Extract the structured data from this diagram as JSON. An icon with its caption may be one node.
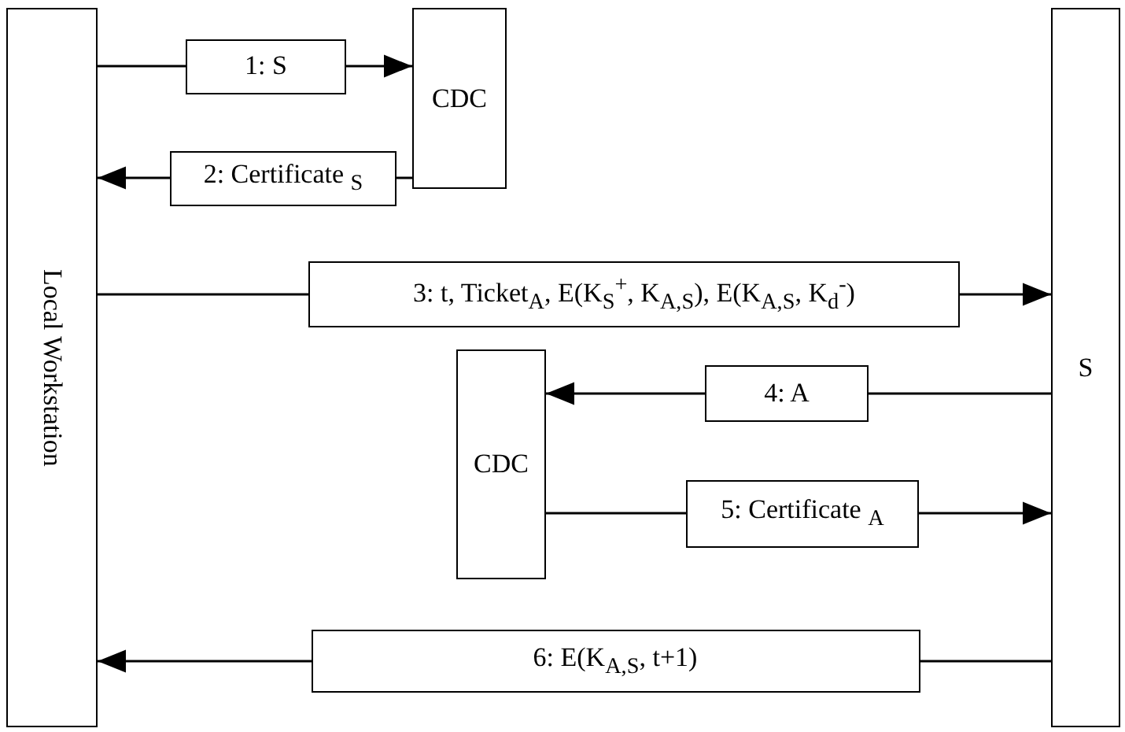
{
  "diagram": {
    "nodes": [
      {
        "text": [
          "Local Workstation"
        ]
      },
      {
        "text": [
          "CDC"
        ]
      },
      {
        "text": [
          "CDC"
        ]
      },
      {
        "text": [
          "S"
        ]
      }
    ],
    "edges": [
      {
        "from": 0,
        "to": 1,
        "arrow": "to",
        "label": "1: S"
      },
      {
        "from": 1,
        "to": 0,
        "arrow": "to",
        "label": "2: Certificate $_{S}$"
      },
      {
        "from": 0,
        "to": 3,
        "arrow": "to",
        "label": "3: t, Ticket$_{A}$, E(K$_{S}$$^{+}$, K$_{A,S}$), E(K$_{A,S}$, K$_{d}$$^{-}$)"
      },
      {
        "from": 3,
        "to": 2,
        "arrow": "to",
        "label": "4: A"
      },
      {
        "from": 2,
        "to": 3,
        "arrow": "to",
        "label": "5: Certificate $_{A}$"
      },
      {
        "from": 3,
        "to": 0,
        "arrow": "to",
        "label": "6: E(K$_{A,S}$, t+1)"
      }
    ]
  }
}
